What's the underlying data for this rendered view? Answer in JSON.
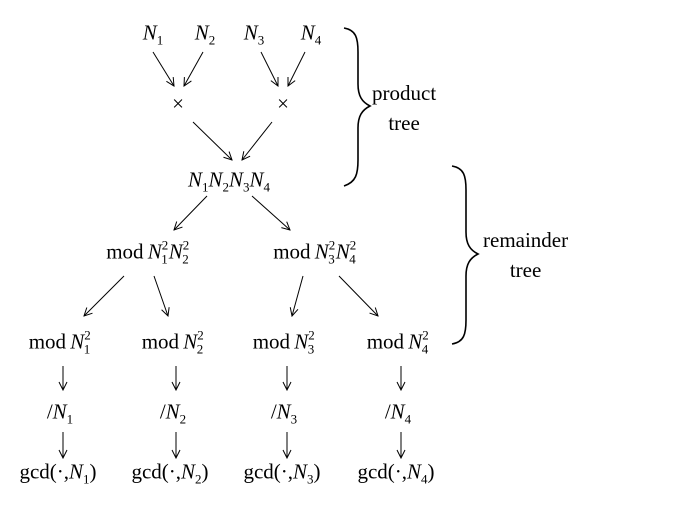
{
  "leaves": [
    "N1",
    "N2",
    "N3",
    "N4"
  ],
  "leaf_parts": [
    {
      "base": "N",
      "sub": "1"
    },
    {
      "base": "N",
      "sub": "2"
    },
    {
      "base": "N",
      "sub": "3"
    },
    {
      "base": "N",
      "sub": "4"
    }
  ],
  "times_symbol": "×",
  "product_root": "N1N2N3N4",
  "mod_prefix": "mod",
  "remainder_level1": [
    "mod N1²N2²",
    "mod N3²N4²"
  ],
  "remainder_level2": [
    "mod N1²",
    "mod N2²",
    "mod N3²",
    "mod N4²"
  ],
  "divide_level": [
    "/N1",
    "/N2",
    "/N3",
    "/N4"
  ],
  "gcd_level": [
    "gcd(·,N1)",
    "gcd(·,N2)",
    "gcd(·,N3)",
    "gcd(·,N4)"
  ],
  "labels": {
    "product_tree_line1": "product",
    "product_tree_line2": "tree",
    "remainder_tree_line1": "remainder",
    "remainder_tree_line2": "tree"
  }
}
